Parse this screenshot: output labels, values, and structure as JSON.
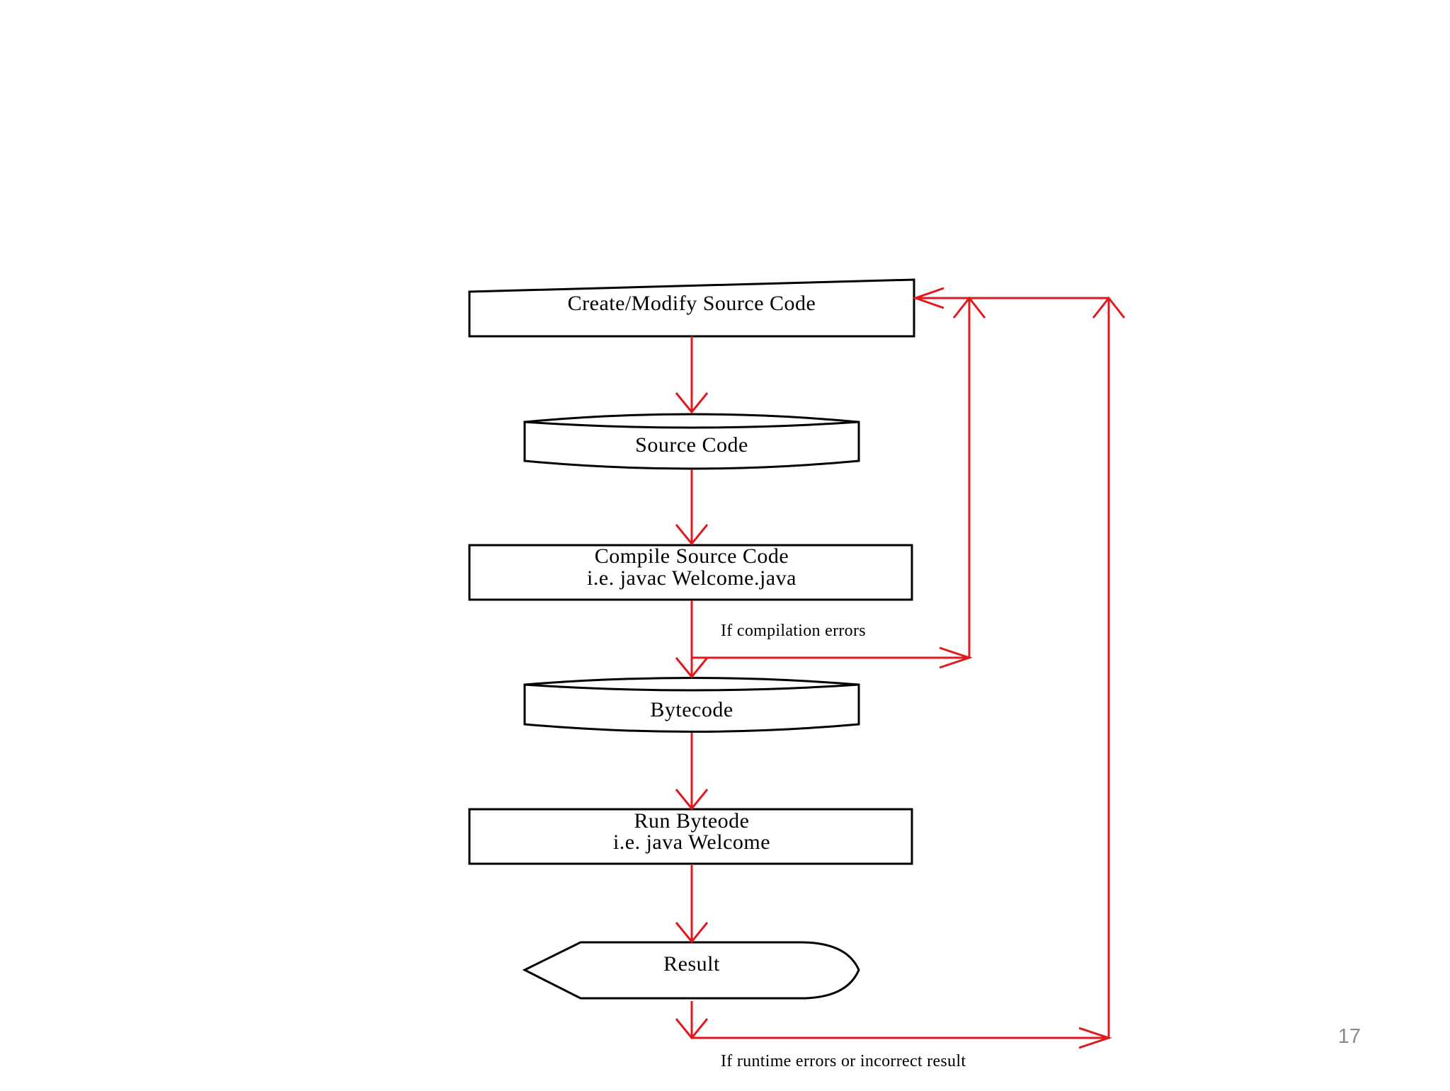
{
  "diagram": {
    "nodes": {
      "create_modify": {
        "label": "Create/Modify Source Code"
      },
      "source_code": {
        "label": "Source Code"
      },
      "compile": {
        "line1": "Compile Source Code",
        "line2": "i.e. javac Welcome.java"
      },
      "bytecode": {
        "label": "Bytecode"
      },
      "run": {
        "line1": "Run Byteode",
        "line2": "i.e. java Welcome"
      },
      "result": {
        "label": "Result"
      }
    },
    "edges": {
      "compile_error": "If compilation errors",
      "runtime_error": "If runtime errors or incorrect result"
    },
    "colors": {
      "flow": "#e0191e",
      "outline": "#000000"
    }
  },
  "slide": {
    "page_number": "17"
  }
}
